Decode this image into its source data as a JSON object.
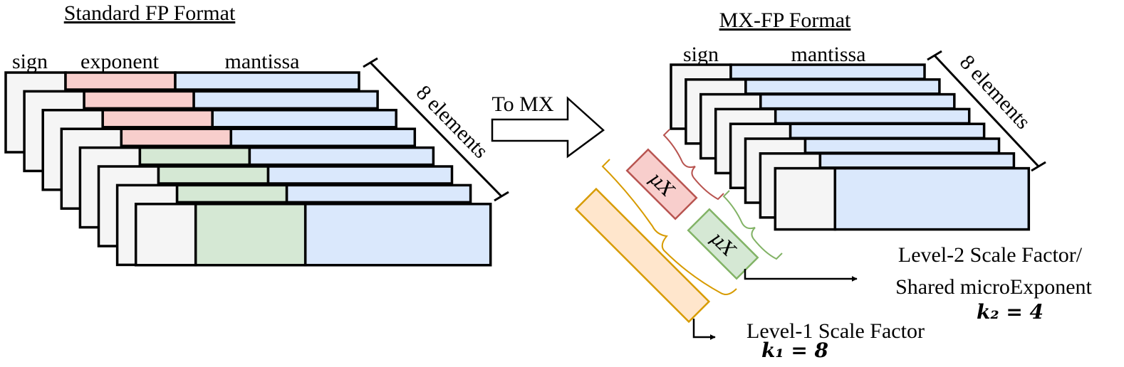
{
  "colors": {
    "sign": "#f5f5f5",
    "exponent_red": "#f8cecc",
    "exponent_green": "#d5e8d4",
    "mantissa": "#dae8fc",
    "level1_fill": "#ffe6cc",
    "level1_stroke": "#d79b00",
    "red_stroke": "#b85450",
    "green_stroke": "#82b366",
    "brace_orange": "#d79b00"
  },
  "left": {
    "title": "Standard FP Format",
    "labels": {
      "sign": "sign",
      "exponent": "exponent",
      "mantissa": "mantissa"
    },
    "count_label": "8 elements"
  },
  "arrow_label": "To MX",
  "right": {
    "title": "MX-FP Format",
    "labels": {
      "sign": "sign",
      "mantissa": "mantissa"
    },
    "count_label": "8 elements",
    "micro_exponent_label": "μX",
    "level2": {
      "line1": "Level-2 Scale Factor/",
      "line2": "Shared microExponent",
      "k": "k₂ = 4"
    },
    "level1": {
      "label": "Level-1 Scale Factor",
      "k": "k₁ = 8"
    }
  }
}
